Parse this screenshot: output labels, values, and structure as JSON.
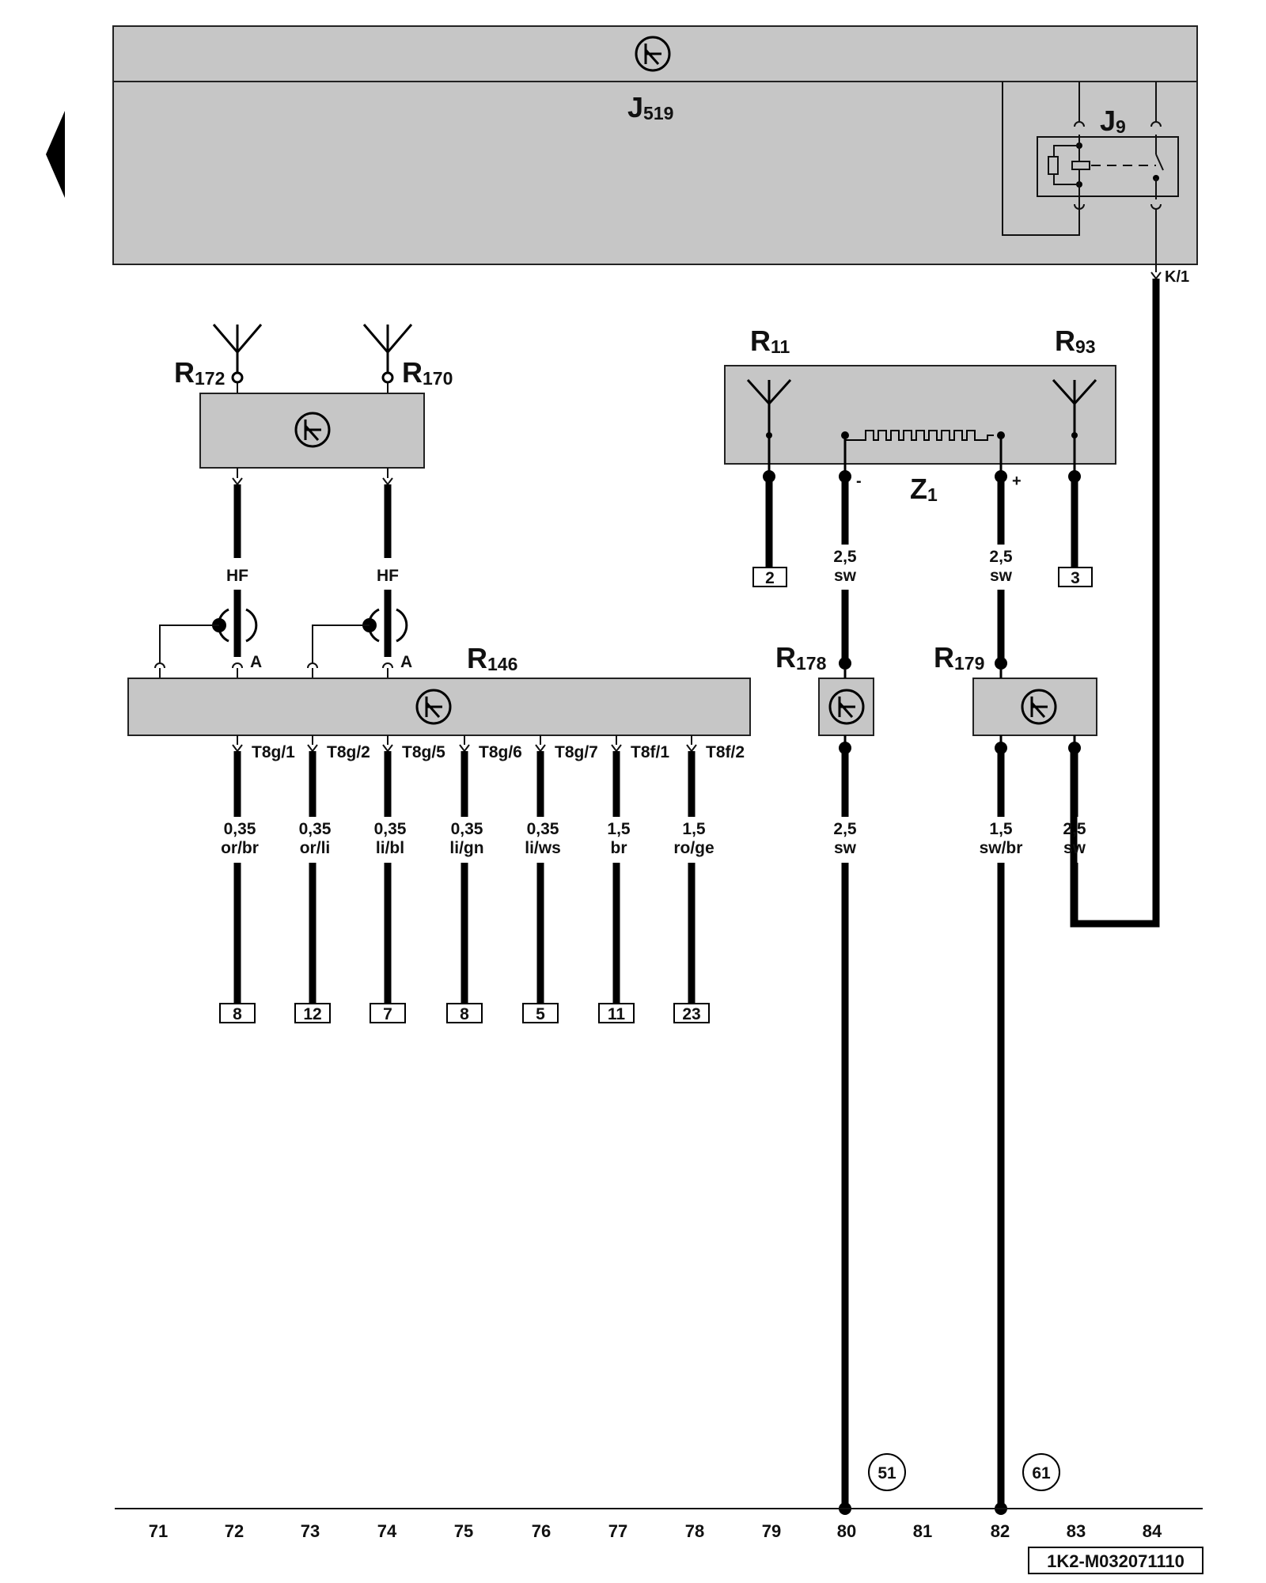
{
  "colors": {
    "module_fill": "#c6c6c6",
    "wire": "#000000",
    "line": "#111111",
    "background": "#ffffff"
  },
  "components": {
    "j519": {
      "letter": "J",
      "sub": "519"
    },
    "j9": {
      "letter": "J",
      "sub": "9"
    },
    "r172": {
      "letter": "R",
      "sub": "172"
    },
    "r170": {
      "letter": "R",
      "sub": "170"
    },
    "r11": {
      "letter": "R",
      "sub": "11"
    },
    "r93": {
      "letter": "R",
      "sub": "93"
    },
    "z1": {
      "letter": "Z",
      "sub": "1"
    },
    "r146": {
      "letter": "R",
      "sub": "146"
    },
    "r178": {
      "letter": "R",
      "sub": "178"
    },
    "r179": {
      "letter": "R",
      "sub": "179"
    }
  },
  "labels": {
    "k1": "K/1",
    "hf_left": "HF",
    "hf_right": "HF",
    "shield_a_left": "A",
    "shield_a_right": "A",
    "z1_minus": "-",
    "z1_plus": "+"
  },
  "pins": [
    "T8g/1",
    "T8g/2",
    "T8g/5",
    "T8g/6",
    "T8g/7",
    "T8f/1",
    "T8f/2"
  ],
  "wires": [
    {
      "size": "0,35",
      "color": "or/br",
      "ref": "8"
    },
    {
      "size": "0,35",
      "color": "or/li",
      "ref": "12"
    },
    {
      "size": "0,35",
      "color": "li/bl",
      "ref": "7"
    },
    {
      "size": "0,35",
      "color": "li/gn",
      "ref": "8"
    },
    {
      "size": "0,35",
      "color": "li/ws",
      "ref": "5"
    },
    {
      "size": "1,5",
      "color": "br",
      "ref": "11"
    },
    {
      "size": "1,5",
      "color": "ro/ge",
      "ref": "23"
    }
  ],
  "antenna_wires": {
    "z1_minus": {
      "size": "2,5",
      "color": "sw"
    },
    "z1_plus": {
      "size": "2,5",
      "color": "sw"
    },
    "r11_ref": "2",
    "r93_ref": "3"
  },
  "lower_wires": {
    "r178": {
      "size": "2,5",
      "color": "sw"
    },
    "r179_a": {
      "size": "1,5",
      "color": "sw/br"
    },
    "r179_b": {
      "size": "2,5",
      "color": "sw"
    }
  },
  "ground_refs": [
    "51",
    "61"
  ],
  "columns": [
    "71",
    "72",
    "73",
    "74",
    "75",
    "76",
    "77",
    "78",
    "79",
    "80",
    "81",
    "82",
    "83",
    "84"
  ],
  "doc_id": "1K2-M032071110"
}
